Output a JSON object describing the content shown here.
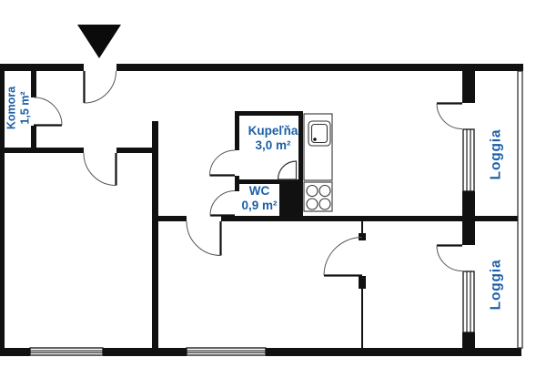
{
  "colors": {
    "accent": "#1c5fa8",
    "wall": "#111111"
  },
  "labels": {
    "komora": {
      "name": "Komora",
      "area": "1,5 m²"
    },
    "kupelna": {
      "name": "Kupeľňa",
      "area": "3,0 m²"
    },
    "wc": {
      "name": "WC",
      "area": "0,9 m²"
    },
    "loggia_upper": {
      "name": "Loggia"
    },
    "loggia_lower": {
      "name": "Loggia"
    }
  }
}
